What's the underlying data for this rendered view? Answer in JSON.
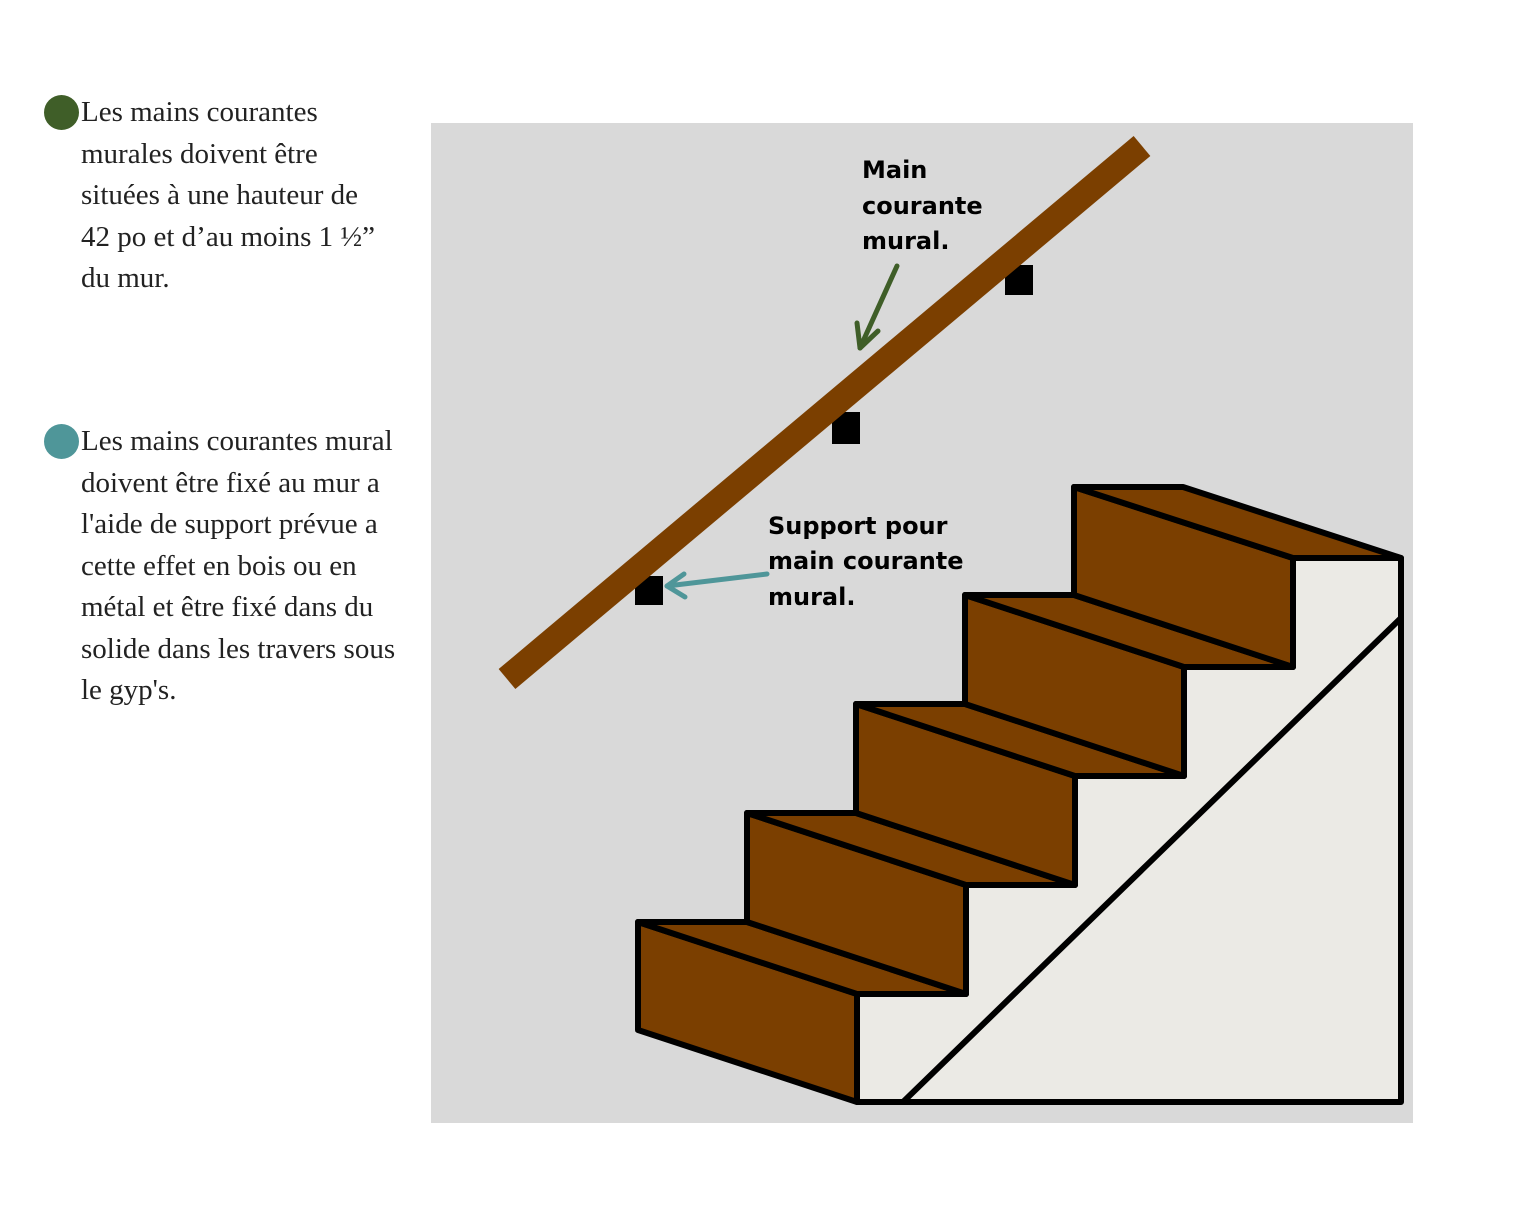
{
  "notes": [
    {
      "bullet_color": "#3f5e28",
      "text": "Les mains courantes\nmurales doivent être\nsituées à une hauteur de\n42 po et d’au moins 1 ½”\ndu mur."
    },
    {
      "bullet_color": "#4f9699",
      "text": "Les mains courantes mural\ndoivent être fixé au mur a\nl'aide de support prévue a\ncette effet en bois ou en\nmétal et être fixé dans du\nsolide dans les travers sous\nle gyp's."
    }
  ],
  "diagram": {
    "labels": {
      "handrail": [
        "Main",
        "courante",
        "mural."
      ],
      "support": [
        "Support pour",
        "main courante",
        "mural."
      ]
    },
    "colors": {
      "wall": "#d9d9d9",
      "wood": "#7b3f00",
      "stringer": "#ebeae5",
      "outline": "#000000",
      "handrail_arrow": "#3f5e28",
      "support_arrow": "#4f9699"
    }
  }
}
